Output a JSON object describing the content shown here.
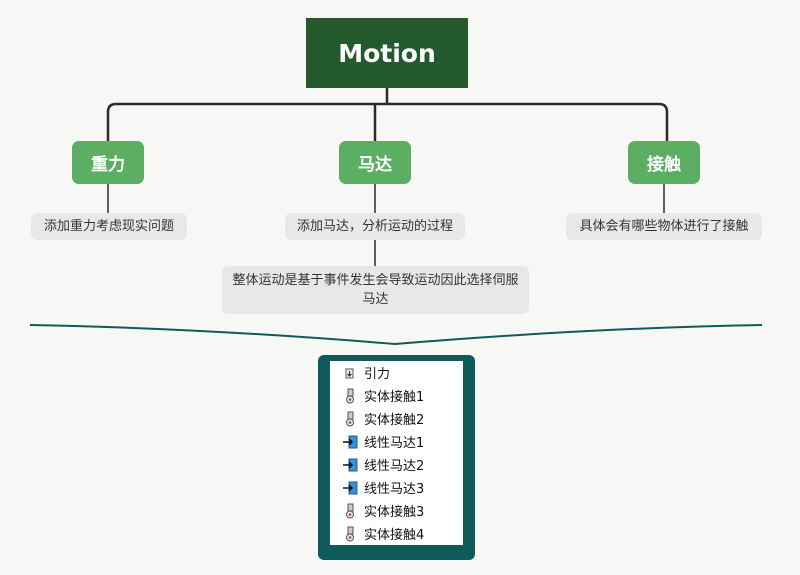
{
  "root": {
    "label": "Motion"
  },
  "branches": [
    {
      "label": "重力",
      "notes": [
        "添加重力考虑现实问题"
      ]
    },
    {
      "label": "马达",
      "notes": [
        "添加马达，分析运动的过程",
        "整体运动是基于事件发生会导致运动因此选择伺服马达"
      ]
    },
    {
      "label": "接触",
      "notes": [
        "具体会有哪些物体进行了接触"
      ]
    }
  ],
  "tree": {
    "items": [
      {
        "label": "引力",
        "icon": "gravity-icon"
      },
      {
        "label": "实体接触1",
        "icon": "contact-icon"
      },
      {
        "label": "实体接触2",
        "icon": "contact-icon"
      },
      {
        "label": "线性马达1",
        "icon": "linear-motor-icon"
      },
      {
        "label": "线性马达2",
        "icon": "linear-motor-icon"
      },
      {
        "label": "线性马达3",
        "icon": "linear-motor-icon"
      },
      {
        "label": "实体接触3",
        "icon": "contact-icon"
      },
      {
        "label": "实体接触4",
        "icon": "contact-icon"
      }
    ]
  },
  "colors": {
    "root": "#255a2e",
    "branch": "#5cae62",
    "panel": "#0f5a5a",
    "connector": "#2b2b2b"
  }
}
